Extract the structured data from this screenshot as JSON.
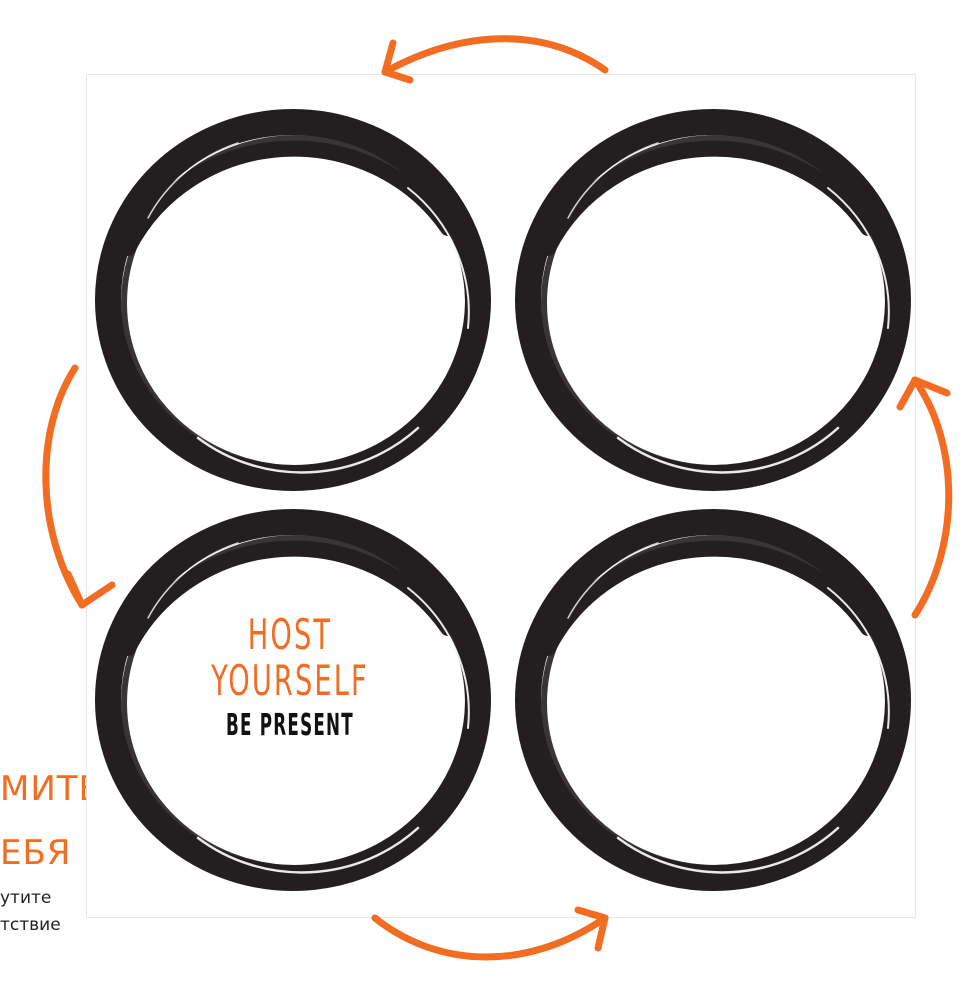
{
  "diagram": {
    "center_title_line1": "HOST",
    "center_title_line2": "YOURSELF",
    "center_subtitle": "BE PRESENT",
    "partial_text": {
      "title_line1": "МИТЕ",
      "title_line2": "ЕБЯ",
      "body_line1": "утите",
      "body_line2": "тствие"
    }
  },
  "colors": {
    "accent_orange": "#f26c22",
    "ring_black": "#231f20",
    "background": "#ffffff"
  },
  "icons": {
    "arrows": [
      "curved-arrow-icon",
      "curved-arrow-icon",
      "curved-arrow-icon",
      "curved-arrow-icon"
    ],
    "rings": [
      "brush-circle-icon",
      "brush-circle-icon",
      "brush-circle-icon",
      "brush-circle-icon"
    ]
  }
}
